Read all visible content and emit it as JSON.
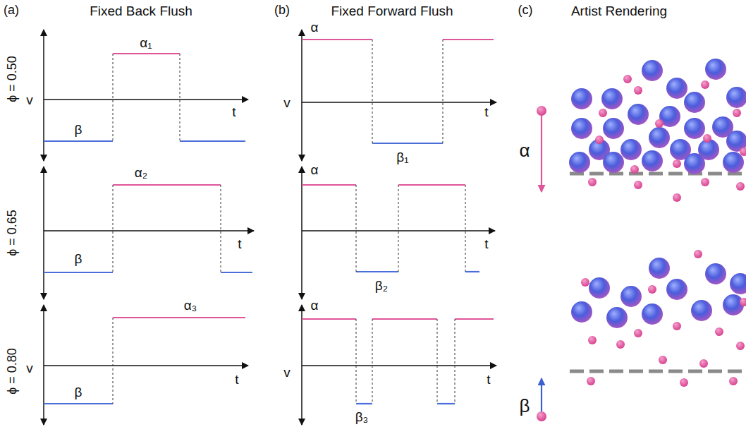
{
  "diagram": {
    "labels": [
      "(a)",
      "Fixed Back Flush",
      "(b)",
      "Fixed Forward Flush",
      "(c)",
      "Artist Rendering",
      "ϕ = 0.50",
      "α₁",
      "v",
      "t",
      "β",
      "α",
      "v",
      "t",
      "β₁",
      "α",
      "ϕ = 0.65",
      "α₂",
      "t",
      "β",
      "α",
      "t",
      "β₂",
      "ϕ = 0.80",
      "α₃",
      "v",
      "t",
      "β",
      "α",
      "v",
      "t",
      "β₃",
      "β"
    ]
  }
}
